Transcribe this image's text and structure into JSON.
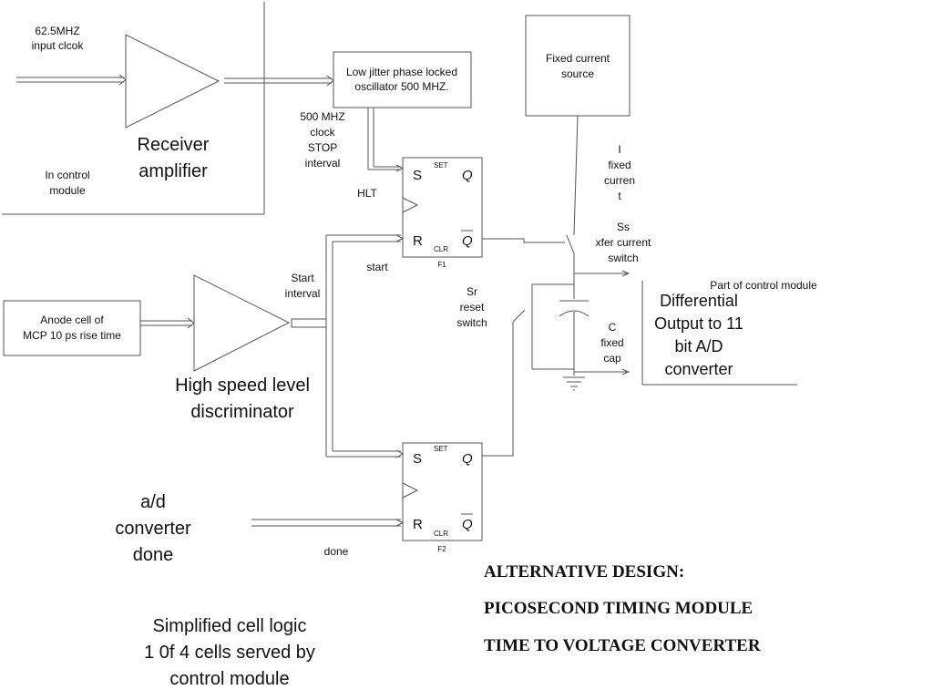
{
  "input_clock": {
    "line1": "62.5MHZ",
    "line2": "input clcok"
  },
  "receiver_amplifier": {
    "line1": "Receiver",
    "line2": "amplifier"
  },
  "in_control_module": {
    "line1": "In control",
    "line2": "module"
  },
  "oscillator": {
    "line1": "Low jitter phase locked",
    "line2": "oscillator  500 MHZ."
  },
  "clock_stop": {
    "line1": "500 MHZ",
    "line2": "clock",
    "line3": "STOP",
    "line4": "interval"
  },
  "hlt": "HLT",
  "fixed_current_source": {
    "line1": "Fixed current",
    "line2": "source"
  },
  "fixed_current": {
    "line1": "I",
    "line2": "fixed",
    "line3": "curren",
    "line4": "t"
  },
  "xfer_switch": {
    "line1": "Ss",
    "line2": "xfer current",
    "line3": "switch"
  },
  "flipflop1": {
    "s": "S",
    "set": "SET",
    "q": "Q",
    "r": "R",
    "clr": "CLR",
    "qbar": "Q",
    "name": "F1"
  },
  "flipflop2": {
    "s": "S",
    "set": "SET",
    "q": "Q",
    "r": "R",
    "clr": "CLR",
    "qbar": "Q",
    "name": "F2"
  },
  "start": "start",
  "start_interval": {
    "line1": "Start",
    "line2": "interval"
  },
  "reset_switch": {
    "line1": "Sr",
    "line2": "reset",
    "line3": "switch"
  },
  "fixed_cap": {
    "line1": "C",
    "line2": "fixed",
    "line3": "cap"
  },
  "part_of_control": "Part of control module",
  "differential_output": {
    "line1": "Differential",
    "line2": "Output to 11",
    "line3": "bit A/D",
    "line4": "converter"
  },
  "anode_cell": {
    "line1": "Anode cell of",
    "line2": "MCP 10 ps  rise time"
  },
  "discriminator": {
    "line1": "High speed level",
    "line2": "discriminator"
  },
  "ad_done": {
    "line1": "a/d",
    "line2": "converter",
    "line3": "done"
  },
  "done": "done",
  "alt_design": {
    "line1": "ALTERNATIVE DESIGN:",
    "line2": "PICOSECOND TIMING MODULE",
    "line3": "TIME TO VOLTAGE CONVERTER"
  },
  "simplified": {
    "line1": "Simplified cell logic",
    "line2": "1 0f 4 cells served by",
    "line3": "control module"
  }
}
